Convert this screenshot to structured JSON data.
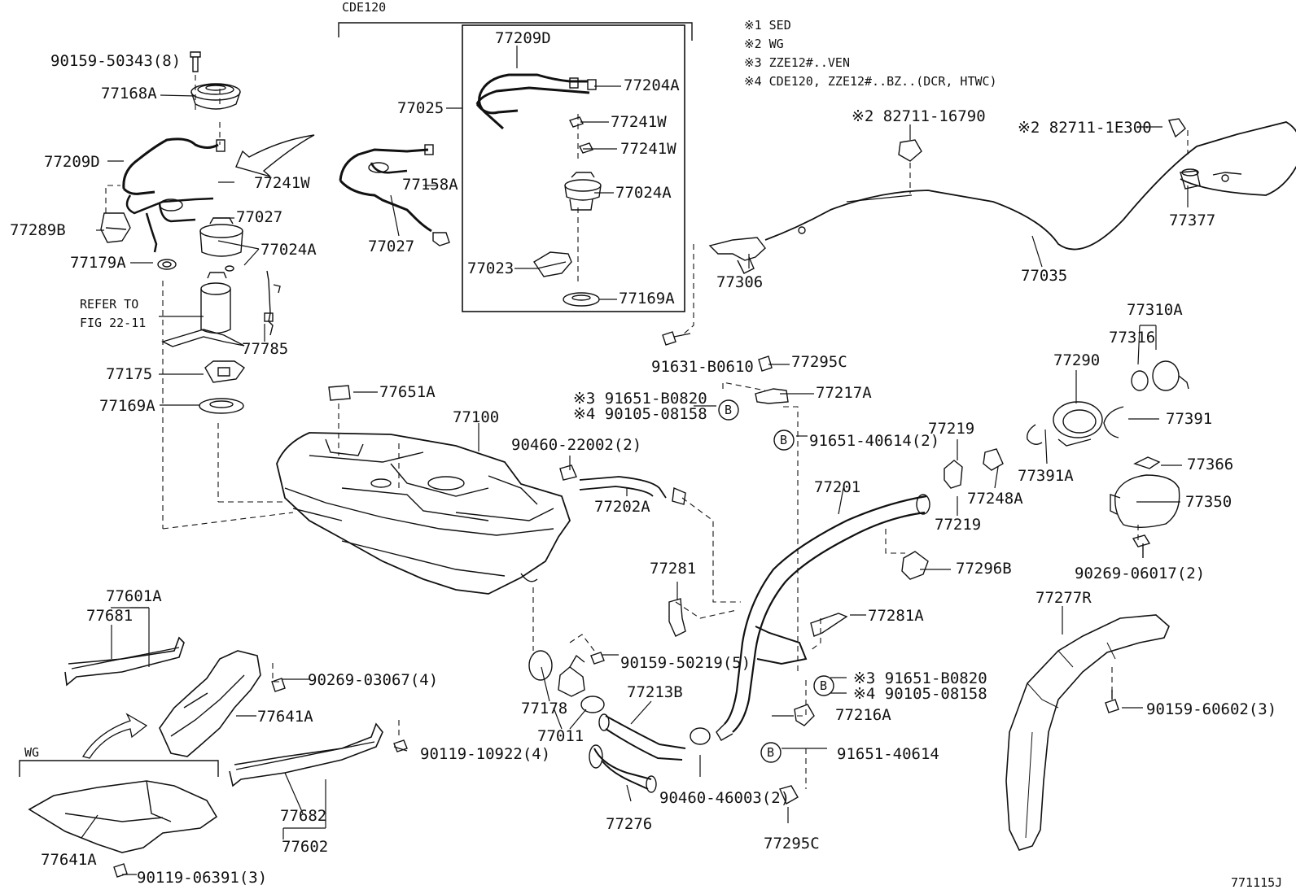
{
  "diagram": {
    "drawing_number": "771115J",
    "section_labels": {
      "cde120": "CDE120",
      "wg": "WG"
    },
    "notes": [
      "※1  SED",
      "※2  WG",
      "※3  ZZE12#..VEN",
      "※4  CDE120, ZZE12#..BZ..(DCR, HTWC)"
    ],
    "refer_to": [
      "REFER TO",
      "FIG 22-11"
    ],
    "bubble_symbol": "B",
    "parts": {
      "p1": "90159-50343(8)",
      "p2": "77168A",
      "p3": "77209D",
      "p4": "77241W",
      "p5": "77289B",
      "p6": "77027",
      "p7": "77024A",
      "p8": "77179A",
      "p9": "77785",
      "p10": "77175",
      "p11": "77169A",
      "p12": "77651A",
      "p13": "77100",
      "p14": "77025",
      "p15": "77158A",
      "p16": "77027",
      "p17": "77209D",
      "p18": "77204A",
      "p19": "77241W",
      "p20": "77241W",
      "p21": "77024A",
      "p22": "77023",
      "p23": "77169A",
      "p24": "※2 82711-16790",
      "p25": "※2 82711-1E300",
      "p26": "77377",
      "p27": "77306",
      "p28": "77035",
      "p29": "91631-B0610",
      "p30": "77295C",
      "p31": "77217A",
      "p32": "※3 91651-B0820",
      "p33": "※4 90105-08158",
      "p34": "91651-40614(2)",
      "p35": "90460-22002(2)",
      "p36": "77202A",
      "p37": "77201",
      "p38": "77219",
      "p39": "77219",
      "p40": "77248A",
      "p41": "77391A",
      "p42": "77290",
      "p43": "77310A",
      "p44": "77316",
      "p45": "77391",
      "p46": "77366",
      "p47": "77350",
      "p48": "90269-06017(2)",
      "p49": "77296B",
      "p50": "77281",
      "p51": "77281A",
      "p52": "77277R",
      "p53": "77601A",
      "p54": "77681",
      "p55": "90269-03067(4)",
      "p56": "77641A",
      "p57": "90159-50219(5)",
      "p58": "77178",
      "p59": "77011",
      "p60": "77213B",
      "p61": "※3 91651-B0820",
      "p62": "※4 90105-08158",
      "p63": "77216A",
      "p64": "91651-40614",
      "p65": "90119-10922(4)",
      "p66": "90460-46003(2)",
      "p67": "77276",
      "p68": "77682",
      "p69": "77602",
      "p70": "77295C",
      "p71": "77641A",
      "p72": "90119-06391(3)",
      "p73": "90159-60602(3)"
    }
  }
}
